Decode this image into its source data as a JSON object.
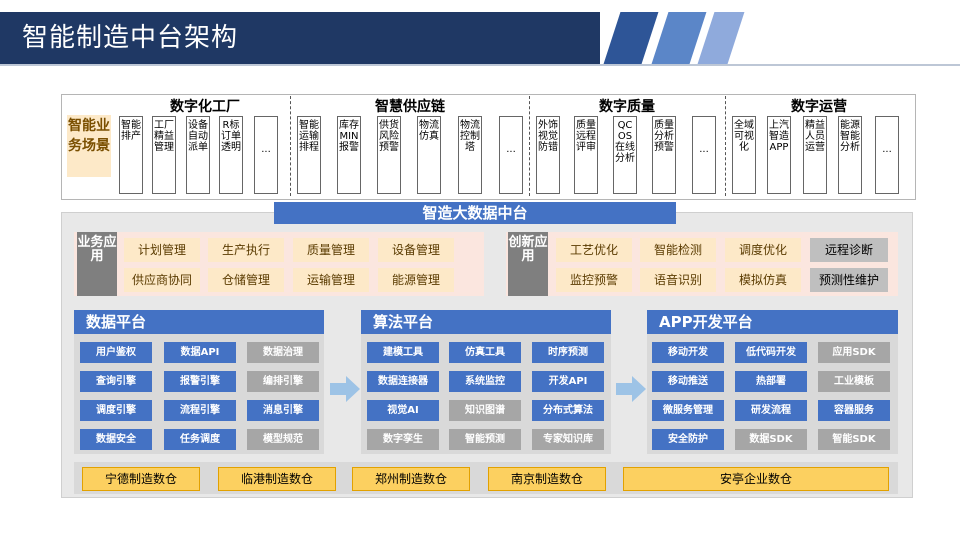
{
  "header": {
    "title": "智能制造中台架构",
    "colors": {
      "banner": "#1f3864",
      "stripe_dark": "#2e5597",
      "stripe_light": "#8faadc"
    }
  },
  "scenarios": {
    "label": "智能业务场景",
    "groups": [
      {
        "title": "数字化工厂",
        "items": [
          "智能排产",
          "工厂精益管理",
          "设备自动派单",
          "R标订单透明",
          "..."
        ]
      },
      {
        "title": "智慧供应链",
        "items": [
          "智能运输排程",
          "库存MIN报警",
          "供货风险预警",
          "物流仿真",
          "物流控制塔",
          "..."
        ]
      },
      {
        "title": "数字质量",
        "items": [
          "外饰视觉防错",
          "质量远程评审",
          "QCOS在线分析",
          "质量分析预警",
          "..."
        ]
      },
      {
        "title": "数字运营",
        "items": [
          "全域可视化",
          "上汽智造APP",
          "精益人员运营",
          "能源智能分析",
          "..."
        ]
      }
    ]
  },
  "platform": {
    "title": "智造大数据中台",
    "business_apps": {
      "tag": "业务应用",
      "rows": [
        [
          "计划管理",
          "生产执行",
          "质量管理",
          "设备管理"
        ],
        [
          "供应商协同",
          "仓储管理",
          "运输管理",
          "能源管理"
        ]
      ]
    },
    "innovation_apps": {
      "tag": "创新应用",
      "rows": [
        [
          "工艺优化",
          "智能检测",
          "调度优化",
          "远程诊断"
        ],
        [
          "监控预警",
          "语音识别",
          "模拟仿真",
          "预测性维护"
        ]
      ]
    },
    "columns": [
      {
        "title": "数据平台",
        "rows": [
          [
            "用户鉴权",
            "数据API",
            "数据治理"
          ],
          [
            "查询引擎",
            "报警引擎",
            "编排引擎"
          ],
          [
            "调度引擎",
            "流程引擎",
            "消息引擎"
          ],
          [
            "数据安全",
            "任务调度",
            "模型规范"
          ]
        ]
      },
      {
        "title": "算法平台",
        "rows": [
          [
            "建模工具",
            "仿真工具",
            "时序预测"
          ],
          [
            "数据连接器",
            "系统监控",
            "开发API"
          ],
          [
            "视觉AI",
            "知识图谱",
            "分布式算法"
          ],
          [
            "数字孪生",
            "智能预测",
            "专家知识库"
          ]
        ]
      },
      {
        "title": "APP开发平台",
        "rows": [
          [
            "移动开发",
            "低代码开发",
            "应用SDK"
          ],
          [
            "移动推送",
            "热部署",
            "工业模板"
          ],
          [
            "微服务管理",
            "研发流程",
            "容器服务"
          ],
          [
            "安全防护",
            "数据SDK",
            "智能SDK"
          ]
        ]
      }
    ],
    "warehouses": [
      "宁德制造数仓",
      "临港制造数仓",
      "郑州制造数仓",
      "南京制造数仓",
      "安亭企业数仓"
    ]
  }
}
